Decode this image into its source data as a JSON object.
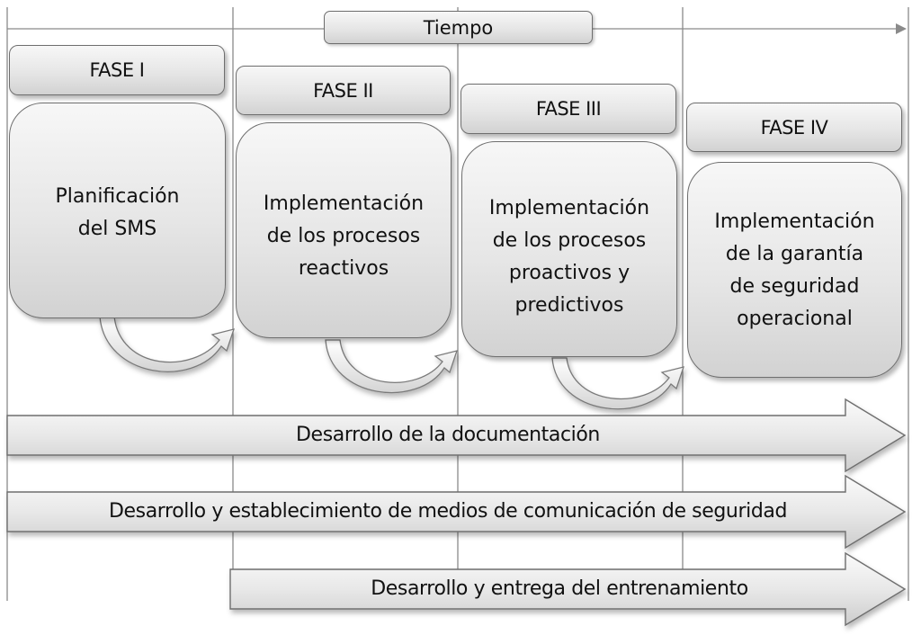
{
  "time_label": "Tiempo",
  "phases": [
    {
      "header": "FASE I",
      "body": "Planificación\ndel SMS"
    },
    {
      "header": "FASE II",
      "body": "Implementación\nde los procesos\nreactivos"
    },
    {
      "header": "FASE III",
      "body": "Implementación\nde los procesos\nproactivos y\npredictivos"
    },
    {
      "header": "FASE IV",
      "body": "Implementación\nde la garantía\nde seguridad\noperacional"
    }
  ],
  "bands": [
    "Desarrollo de la documentación",
    "Desarrollo y establecimiento de medios de comunicación de seguridad",
    "Desarrollo y entrega del entrenamiento"
  ]
}
